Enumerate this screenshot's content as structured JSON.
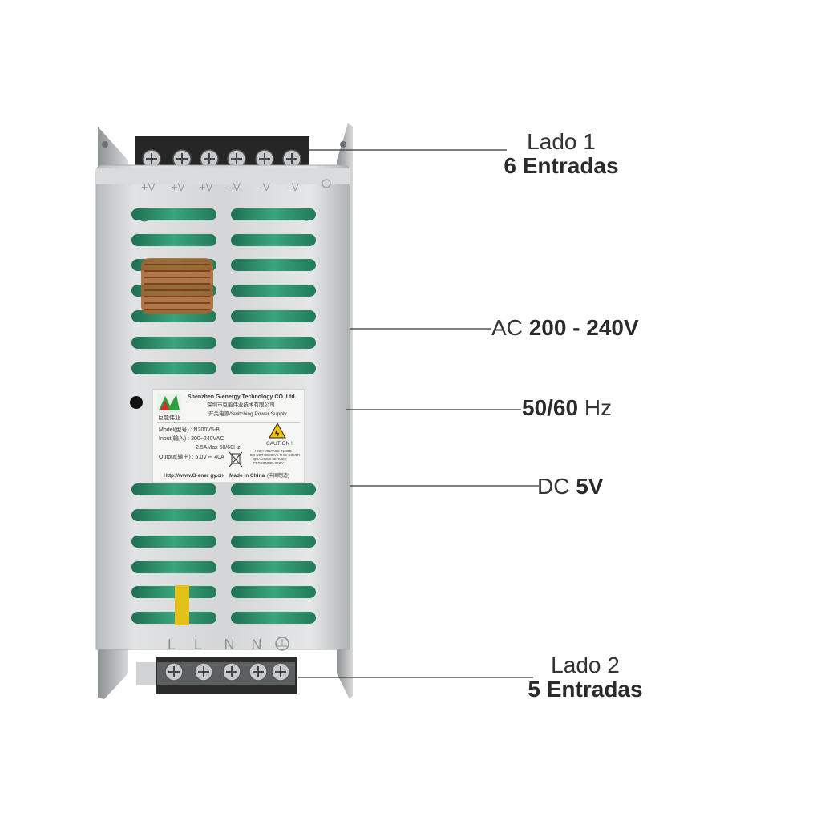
{
  "callouts": {
    "lado1": {
      "line1": "Lado 1",
      "line2": "6 Entradas"
    },
    "ac": {
      "prefix": "AC",
      "value": "200 - 240V"
    },
    "hz": {
      "value": "50/60",
      "suffix": "Hz"
    },
    "dc": {
      "prefix": "DC",
      "value": "5V"
    },
    "lado2": {
      "line1": "Lado 2",
      "line2": "5 Entradas"
    }
  },
  "device": {
    "top_terminal_symbols": [
      "+V",
      "+V",
      "+V",
      "-V",
      "-V",
      "-V"
    ],
    "bottom_terminal_symbols": [
      "L",
      "L",
      "N",
      "N"
    ],
    "label": {
      "company": "Shenzhen G-energy Technology CO.,Ltd.",
      "company_cn": "深圳市巨能伟业技术有限公司",
      "brand_cn": "巨能伟业",
      "product": "开关电源/Switching Power Supply",
      "model": "Model(型号) : N200V5-B",
      "input": "Input(输入) : 200~240VAC",
      "input_current": "2.5AMax 50/60Hz",
      "output": "Output(输出) : 5.0V ⎓ 40A",
      "caution": "CAUTION !",
      "warning": "HIGH VOLTAGE INSIDE DO NOT REMOVE THIS COVER QUALIFIED SERVICE PERSONNEL ONLY",
      "website": "Http://www.G-ener gy.cn",
      "made_in": "Made in China",
      "made_in_cn": "(中国制造)"
    }
  },
  "colors": {
    "chassis": "#c9ccce",
    "vent_pcb": "#2f8f6a",
    "terminal": "#2a2a2a",
    "leader_line": "#333333"
  }
}
